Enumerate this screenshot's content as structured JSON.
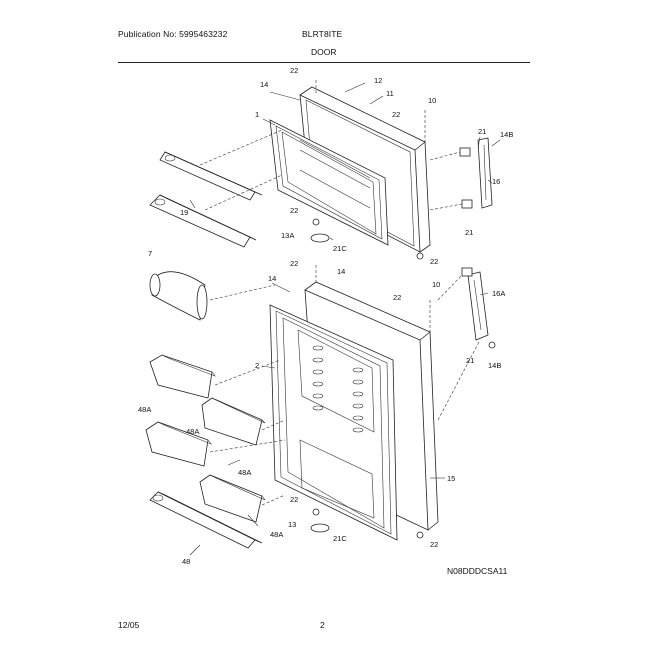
{
  "header": {
    "publication": "Publication No: 5995463232",
    "model": "BLRT8ITE",
    "section": "DOOR"
  },
  "footer": {
    "date": "12/05",
    "page": "2"
  },
  "figure_code": "N08DDDCSA11",
  "callouts": {
    "c22a": "22",
    "c12": "12",
    "c14a": "14",
    "c11": "11",
    "c10a": "10",
    "c22b": "22",
    "c1": "1",
    "c21a": "21",
    "c14Ba": "14B",
    "c16a": "16",
    "c19": "19",
    "c22c": "22",
    "c13A": "13A",
    "c21Ca": "21C",
    "c22d": "22",
    "c21b": "21",
    "c7": "7",
    "c22e": "22",
    "c14b": "14",
    "c14c": "14",
    "c10b": "10",
    "c22f": "22",
    "c16A": "16A",
    "c2": "2",
    "c21c": "21",
    "c14Bb": "14B",
    "c48Aa": "48A",
    "c48Ab": "48A",
    "c48Ac": "48A",
    "c15": "15",
    "c22g": "22",
    "c13": "13",
    "c21Cb": "21C",
    "c22h": "22",
    "c48": "48"
  }
}
